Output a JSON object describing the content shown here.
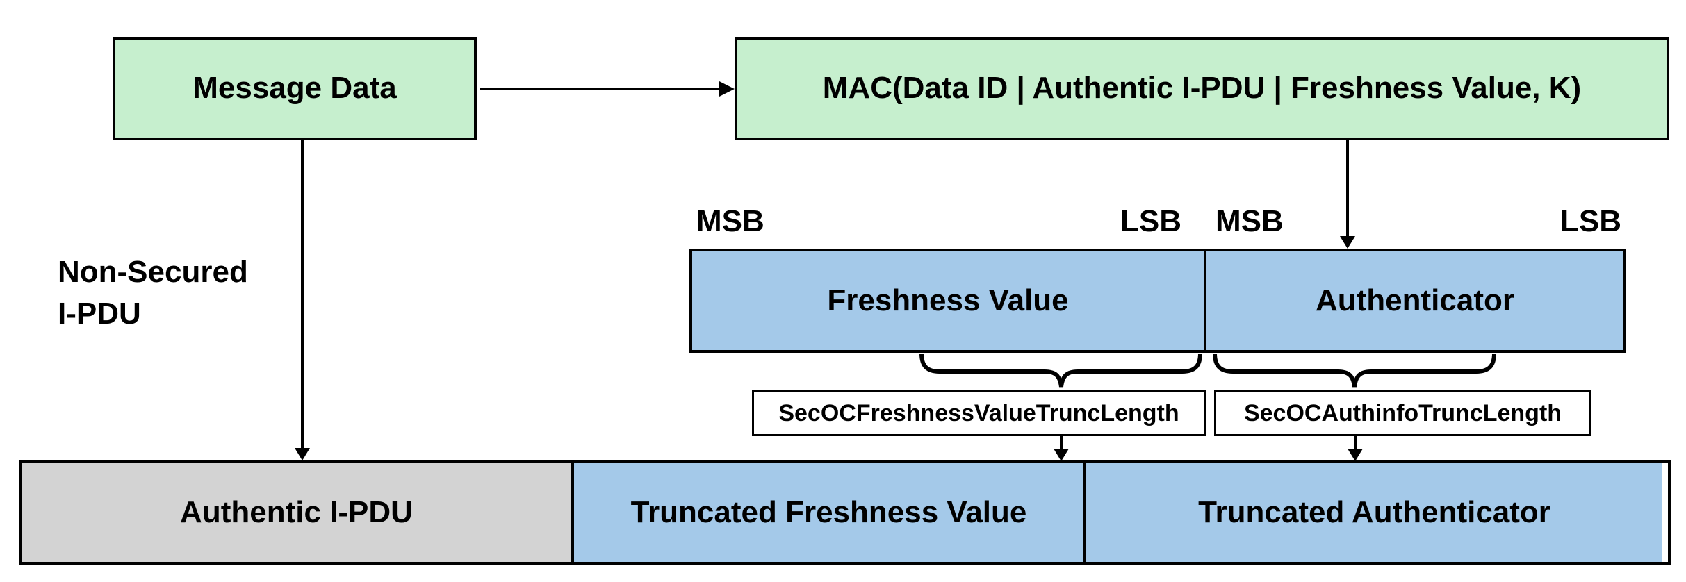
{
  "colors": {
    "box_green": "#C6EFCE",
    "box_blue": "#A4C9E9",
    "box_gray": "#D3D3D3",
    "line": "#000000",
    "label_box_bg": "#FFFFFF"
  },
  "top_row": {
    "message_data_label": "Message Data",
    "mac_label": "MAC(Data ID | Authentic I-PDU | Freshness Value, K)"
  },
  "left_label": "Non-Secured\nI-PDU",
  "bit_labels": {
    "freshness_msb": "MSB",
    "freshness_lsb": "LSB",
    "authenticator_msb": "MSB",
    "authenticator_lsb": "LSB"
  },
  "middle_row": {
    "freshness_value_label": "Freshness Value",
    "authenticator_label": "Authenticator"
  },
  "trunc_length_labels": {
    "freshness_trunc": "SecOCFreshnessValueTruncLength",
    "authinfo_trunc": "SecOCAuthinfoTruncLength"
  },
  "bottom_row": {
    "authentic_ipdu_label": "Authentic I-PDU",
    "truncated_freshness_label": "Truncated Freshness Value",
    "truncated_authenticator_label": "Truncated Authenticator"
  }
}
